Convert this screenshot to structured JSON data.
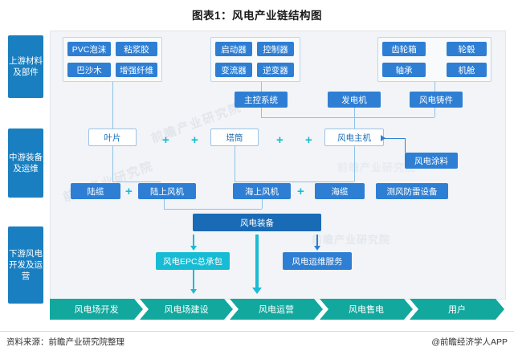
{
  "title": "图表1：风电产业链结构图",
  "stages": [
    {
      "id": "upstream",
      "label": "上游材料及部件"
    },
    {
      "id": "midstream",
      "label": "中游装备及运维"
    },
    {
      "id": "downstream",
      "label": "下游风电开发及运营"
    }
  ],
  "upstream": {
    "group_materials": [
      "PVC泡沫",
      "粘浆胶",
      "巴沙木",
      "增强纤维"
    ],
    "group_electrical": [
      "启动器",
      "控制器",
      "变流器",
      "逆变器"
    ],
    "group_mechanical": [
      "齿轮箱",
      "轮毂",
      "轴承",
      "机舱"
    ],
    "row2": [
      "主控系统",
      "发电机",
      "风电铸件"
    ]
  },
  "midstream": {
    "row_components": [
      "叶片",
      "塔筒",
      "风电主机"
    ],
    "coating": "风电涂料",
    "row_install": [
      "陆缆",
      "陆上风机",
      "海上风机",
      "海缆"
    ],
    "detector": "测风防雷设备",
    "equipment": "风电装备",
    "epc": "风电EPC总承包",
    "om": "风电运维服务"
  },
  "downstream": {
    "flow": [
      "风电场开发",
      "风电场建设",
      "风电运营",
      "风电售电",
      "用户"
    ]
  },
  "symbols": {
    "plus": "+"
  },
  "footer": {
    "source": "资料来源：前瞻产业研究院整理",
    "brand": "@前瞻经济学人APP"
  },
  "watermarks": {
    "w1": "前瞻产业研究院",
    "w2": "前瞻产业研究院",
    "w3": "前瞻产业研究院",
    "w4": "前瞻产业研究院"
  },
  "colors": {
    "stage_blue": "#1a7fc1",
    "box_blue": "#2e7fd4",
    "teal": "#17bcd4",
    "flow_green": "#13a89e",
    "panel_bg": "#f2f4f7"
  }
}
